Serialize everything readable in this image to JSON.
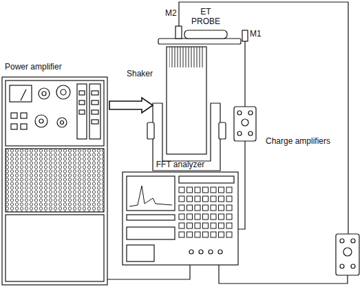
{
  "diagram": {
    "nodes": [
      {
        "text": [
          "Power amplifier"
        ]
      },
      {
        "text": [
          "Shaker"
        ]
      },
      {
        "text": [
          "ET PROBE"
        ]
      },
      {
        "text": [
          "M2"
        ]
      },
      {
        "text": [
          "M1"
        ]
      },
      {
        "text": [
          "FFT analyzer"
        ]
      },
      {
        "text": [
          "Charge amplifiers"
        ]
      }
    ],
    "edges": [
      {
        "from": 0,
        "to": 1,
        "arrow": "to"
      },
      {
        "from": 0,
        "to": 5,
        "arrow": "none"
      },
      {
        "from": 3,
        "to": 6,
        "arrow": "none"
      },
      {
        "from": 6,
        "to": 5,
        "arrow": "none"
      }
    ]
  }
}
